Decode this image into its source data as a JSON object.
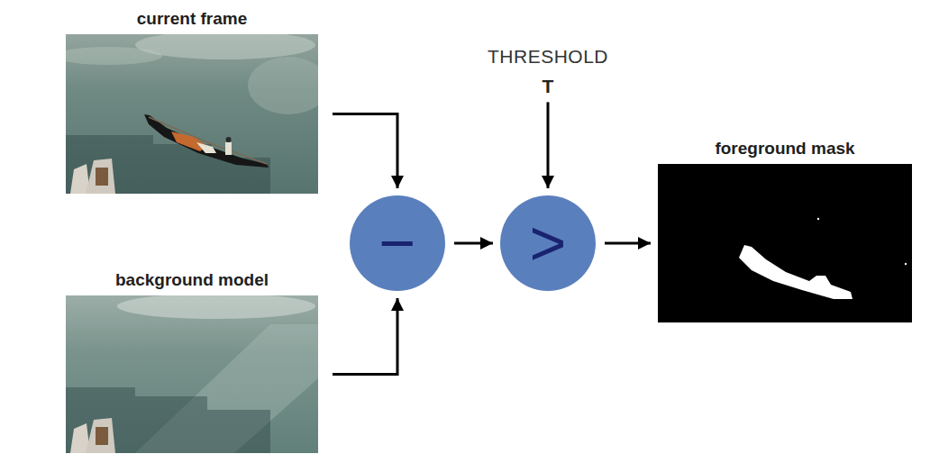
{
  "diagram": {
    "nodes": [
      {
        "text": [
          "current frame"
        ]
      },
      {
        "text": [
          "background model"
        ]
      },
      {
        "text": [
          "−"
        ]
      },
      {
        "text": [
          "THRESHOLD",
          "T"
        ]
      },
      {
        "text": [
          ">"
        ]
      },
      {
        "text": [
          "foreground mask"
        ]
      }
    ],
    "edges": [
      {
        "from": 0,
        "to": 2,
        "arrow": "to"
      },
      {
        "from": 1,
        "to": 2,
        "arrow": "to"
      },
      {
        "from": 2,
        "to": 4,
        "arrow": "to"
      },
      {
        "from": 3,
        "to": 4,
        "arrow": "to"
      },
      {
        "from": 4,
        "to": 5,
        "arrow": "to"
      }
    ]
  }
}
